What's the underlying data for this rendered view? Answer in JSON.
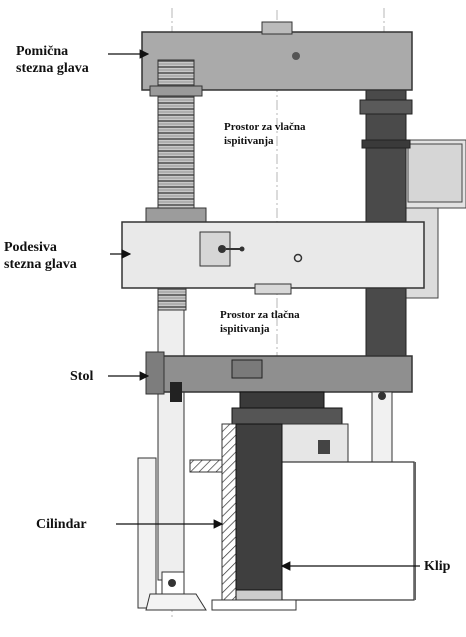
{
  "labels": {
    "pomicna": [
      "Pomična",
      "stezna glava"
    ],
    "podesiva": [
      "Podesiva",
      "stezna glava"
    ],
    "stol": "Stol",
    "cilindar": "Cilindar",
    "klip": "Klip",
    "vlacna": [
      "Prostor za vlačna",
      "ispitivanja"
    ],
    "tlacna": [
      "Prostor za tlačna",
      "ispitivanja"
    ]
  }
}
